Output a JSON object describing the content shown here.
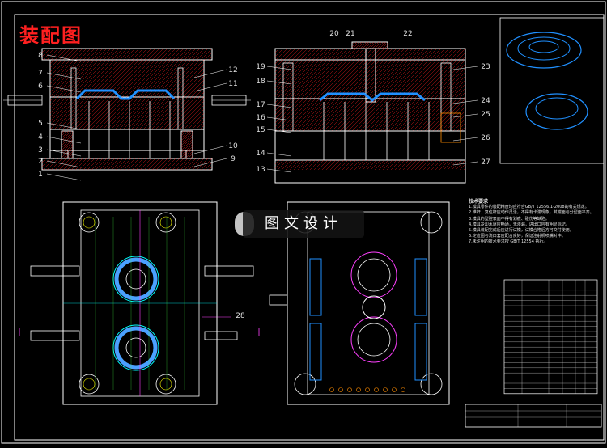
{
  "title": "装配图",
  "watermark": "图文设计",
  "callouts_left": [
    "8",
    "7",
    "6",
    "5",
    "4",
    "3",
    "2",
    "1"
  ],
  "callouts_left_right": [
    "12",
    "11",
    "10",
    "9"
  ],
  "callouts_mid_top": [
    "20",
    "21",
    "22"
  ],
  "callouts_mid_left": [
    "19",
    "18",
    "17",
    "16",
    "15",
    "14",
    "13"
  ],
  "callouts_mid_right": [
    "23",
    "24",
    "25",
    "26",
    "27"
  ],
  "callout_28": "28",
  "notes_title": "技术要求",
  "notes": [
    "1.模具零件的装配精度均应符合GB/T 12556.1-2008的有关规定。",
    "2.推杆、复位杆应动作灵活，不得有卡滞现象，其端面与分型面平齐。",
    "3.模具的型腔表面不得有划痕、碰伤等缺陷。",
    "4.模具冷却水道应畅通，无渗漏，进出口应有明显标记。",
    "5.模具装配完成后应进行试模，试模合格后方可交付使用。",
    "6.定位圈与浇口套应配合良好，保证注射机喷嘴对中。",
    "7.未注明的技术要求按 GB/T 12554 执行。"
  ],
  "colors": {
    "outline": "#ffffff",
    "hatch": "#ff2020",
    "part_blue": "#2090ff",
    "cavity": "#4aa0ff",
    "cyan": "#00ffff",
    "magenta": "#ff40ff",
    "orange": "#ff8c00",
    "green": "#40ff40",
    "yellow": "#ffff00",
    "title_red": "#ff2020"
  }
}
